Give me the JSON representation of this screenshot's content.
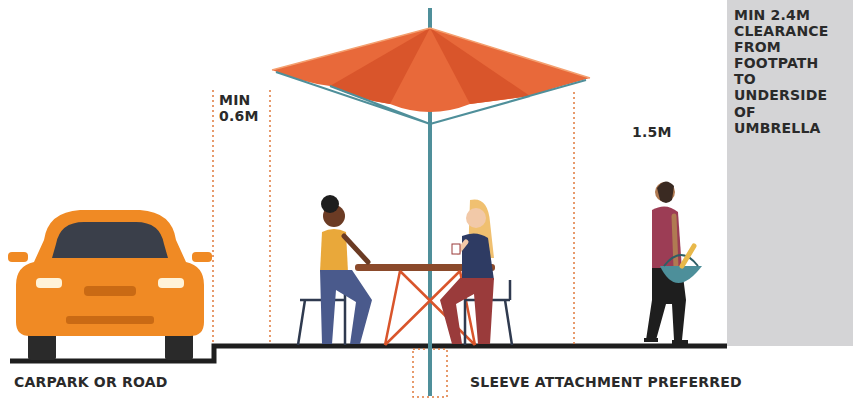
{
  "diagram": {
    "nodes": [
      {
        "text": [
          "MIN 2.4M CLEARANCE FROM FOOTPATH TO UNDERSIDE OF UMBRELLA"
        ]
      }
    ],
    "labels": [
      "MIN 0.6M",
      "1.5M",
      "CARPARK OR ROAD",
      "SLEEVE ATTACHMENT PREFERRED"
    ]
  }
}
